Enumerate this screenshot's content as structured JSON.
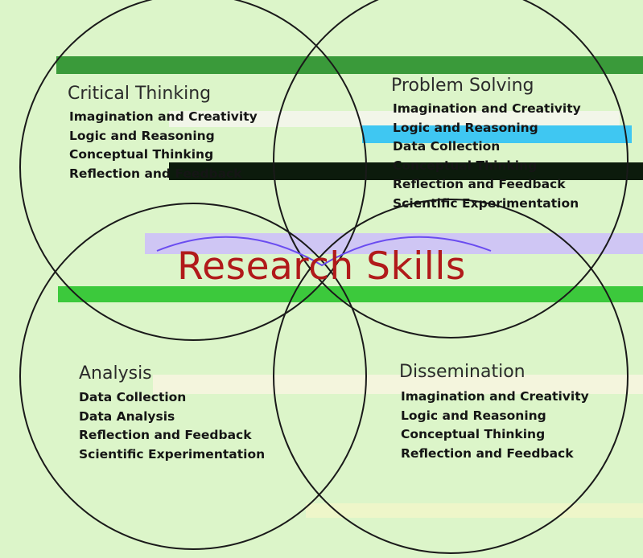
{
  "title": "Research Skills",
  "circles": [
    {
      "heading": "Critical Thinking",
      "items": [
        "Imagination and Creativity",
        "Logic and Reasoning",
        "Conceptual Thinking",
        "Reflection and Feedback"
      ]
    },
    {
      "heading": "Problem Solving",
      "items": [
        "Imagination and Creativity",
        "Logic and Reasoning",
        "Data Collection",
        "Conceptual Thinking",
        "Reflection and Feedback",
        "Scientific Experimentation"
      ]
    },
    {
      "heading": "Analysis",
      "items": [
        "Data Collection",
        "Data Analysis",
        "Reflection and Feedback",
        "Scientific Experimentation"
      ]
    },
    {
      "heading": "Dissemination",
      "items": [
        "Imagination and Creativity",
        "Logic and Reasoning",
        "Conceptual Thinking",
        "Reflection and Feedback"
      ]
    }
  ],
  "colors": {
    "background": "#dcf5c9",
    "circle_stroke": "#1a1a1a",
    "title": "#b11a1a",
    "accent_arc": "#6a4cf0"
  }
}
